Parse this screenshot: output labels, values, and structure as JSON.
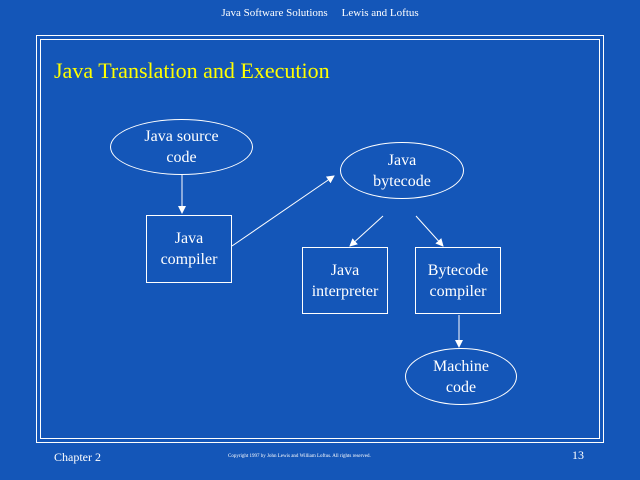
{
  "header": {
    "book": "Java Software Solutions",
    "authors": "Lewis and Loftus"
  },
  "slide": {
    "title": "Java Translation and Execution"
  },
  "nodes": {
    "source": "Java source\ncode",
    "compiler": "Java\ncompiler",
    "bytecode": "Java\nbytecode",
    "interpreter": "Java\ninterpreter",
    "bytecode_compiler": "Bytecode\ncompiler",
    "machine": "Machine\ncode"
  },
  "footer": {
    "chapter": "Chapter 2",
    "copyright": "Copyright 1997 by John Lewis and William Loftus.  All rights reserved.",
    "page": "13"
  },
  "colors": {
    "background": "#1456b8",
    "title": "#ffff00",
    "foreground": "#ffffff"
  }
}
